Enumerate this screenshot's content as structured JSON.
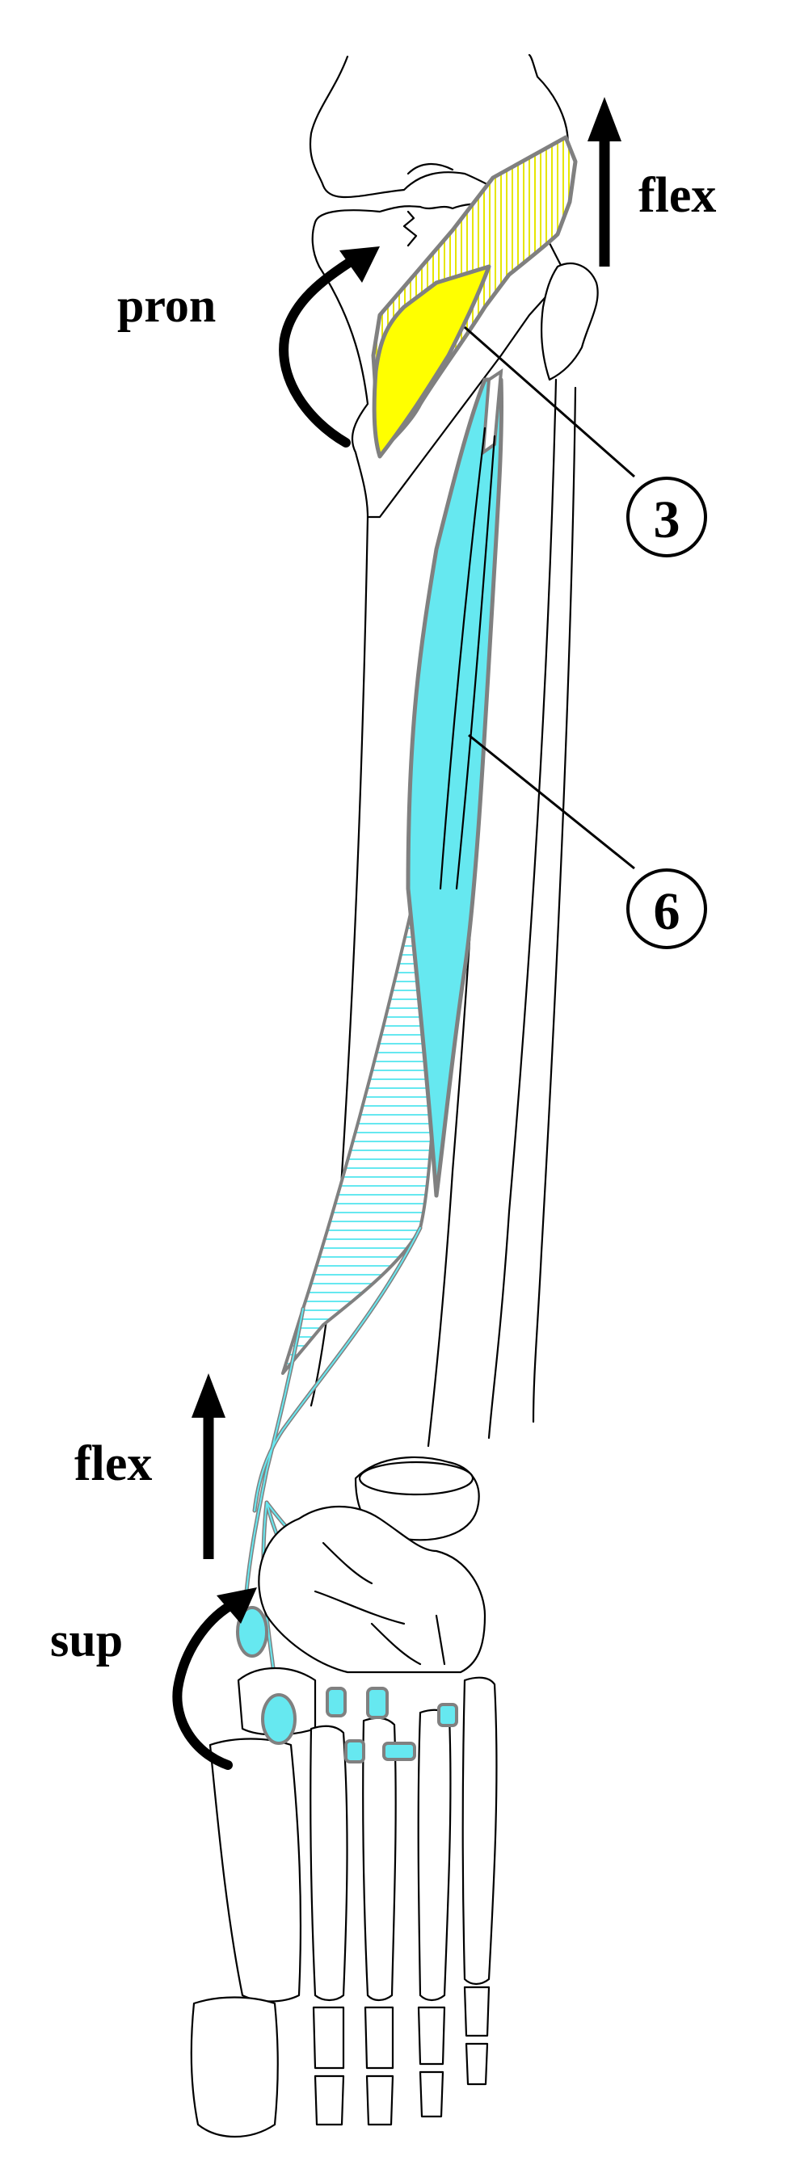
{
  "labels": {
    "flex_top": "flex",
    "pron": "pron",
    "marker_3": "3",
    "marker_6": "6",
    "flex_bottom": "flex",
    "sup": "sup"
  },
  "colors": {
    "muscle_3": "#ffff00",
    "muscle_6": "#66e8f0",
    "outline": "#808080",
    "bone_line": "#000000"
  }
}
